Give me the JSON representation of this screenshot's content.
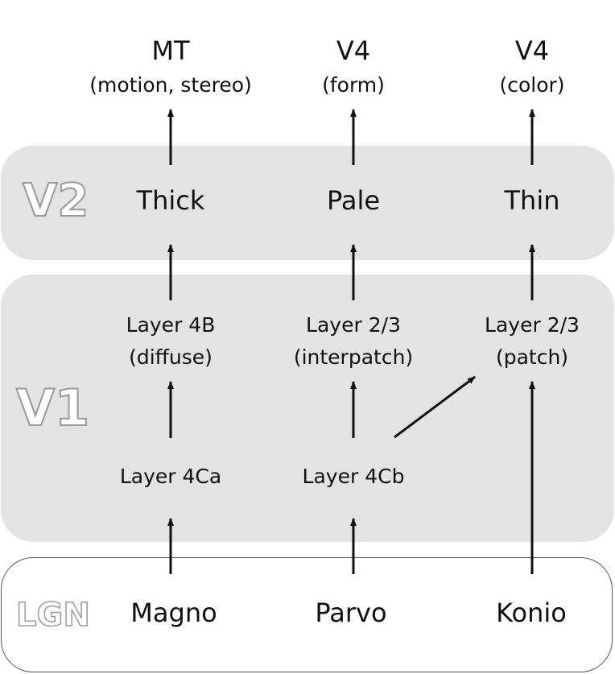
{
  "targets": {
    "mt": {
      "title": "MT",
      "sub": "(motion, stereo)"
    },
    "v4_form": {
      "title": "V4",
      "sub": "(form)"
    },
    "v4_color": {
      "title": "V4",
      "sub": "(color)"
    }
  },
  "v2": {
    "label": "V2",
    "thick": "Thick",
    "pale": "Pale",
    "thin": "Thin"
  },
  "v1": {
    "label": "V1",
    "layer4b": {
      "title": "Layer 4B",
      "sub": "(diffuse)"
    },
    "layer23_i": {
      "title": "Layer 2/3",
      "sub": "(interpatch)"
    },
    "layer23_p": {
      "title": "Layer 2/3",
      "sub": "(patch)"
    },
    "layer4ca": "Layer 4Ca",
    "layer4cb": "Layer 4Cb"
  },
  "lgn": {
    "label": "LGN",
    "magno": "Magno",
    "parvo": "Parvo",
    "konio": "Konio"
  },
  "colors": {
    "panel": "#e3e3e3",
    "arrow": "#111111",
    "outline_text": "#999999"
  }
}
